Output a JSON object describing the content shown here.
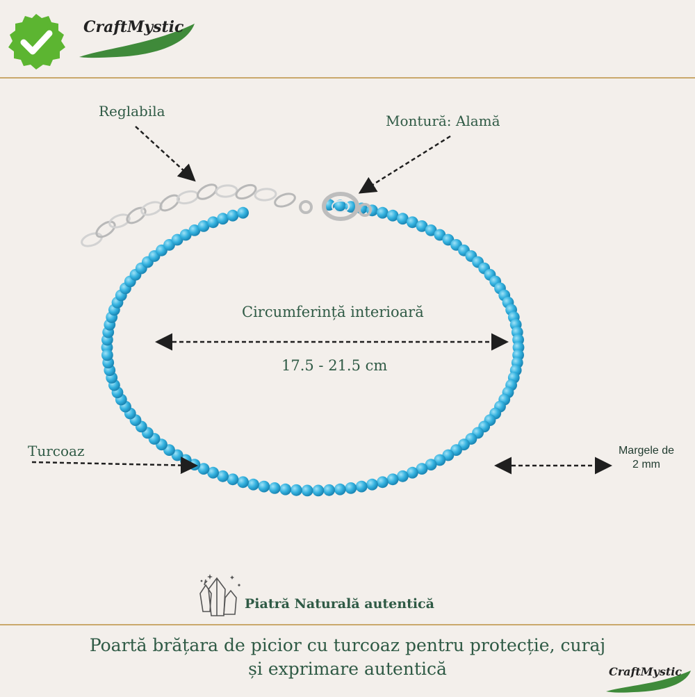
{
  "brand": {
    "name": "CraftMystic",
    "accent": "#3f8a3a",
    "check_color": "#5cb531"
  },
  "badge": {
    "icon": "checkmark-badge-icon"
  },
  "labels": {
    "adjustable": "Reglabila",
    "setting": "Montură: Alamă",
    "circumference_title": "Circumferință interioară",
    "circumference_value": "17.5 - 21.5 cm",
    "stone": "Turcoaz",
    "beads_line1": "Margele de",
    "beads_line2": "2 mm"
  },
  "product": {
    "bead_color": "#36b3e0",
    "chain_color": "#c8c8c8",
    "icon": "turquoise-bracelet-illustration"
  },
  "authentic": {
    "icon": "crystals-icon",
    "text": "Piatră Naturală autentică"
  },
  "tagline": {
    "line1": "Poartă brățara de picior cu turcoaz pentru protecție, curaj",
    "line2": "și exprimare autentică"
  },
  "colors": {
    "background": "#f3efeb",
    "rule": "#c9a86a",
    "text": "#2f5a45"
  }
}
